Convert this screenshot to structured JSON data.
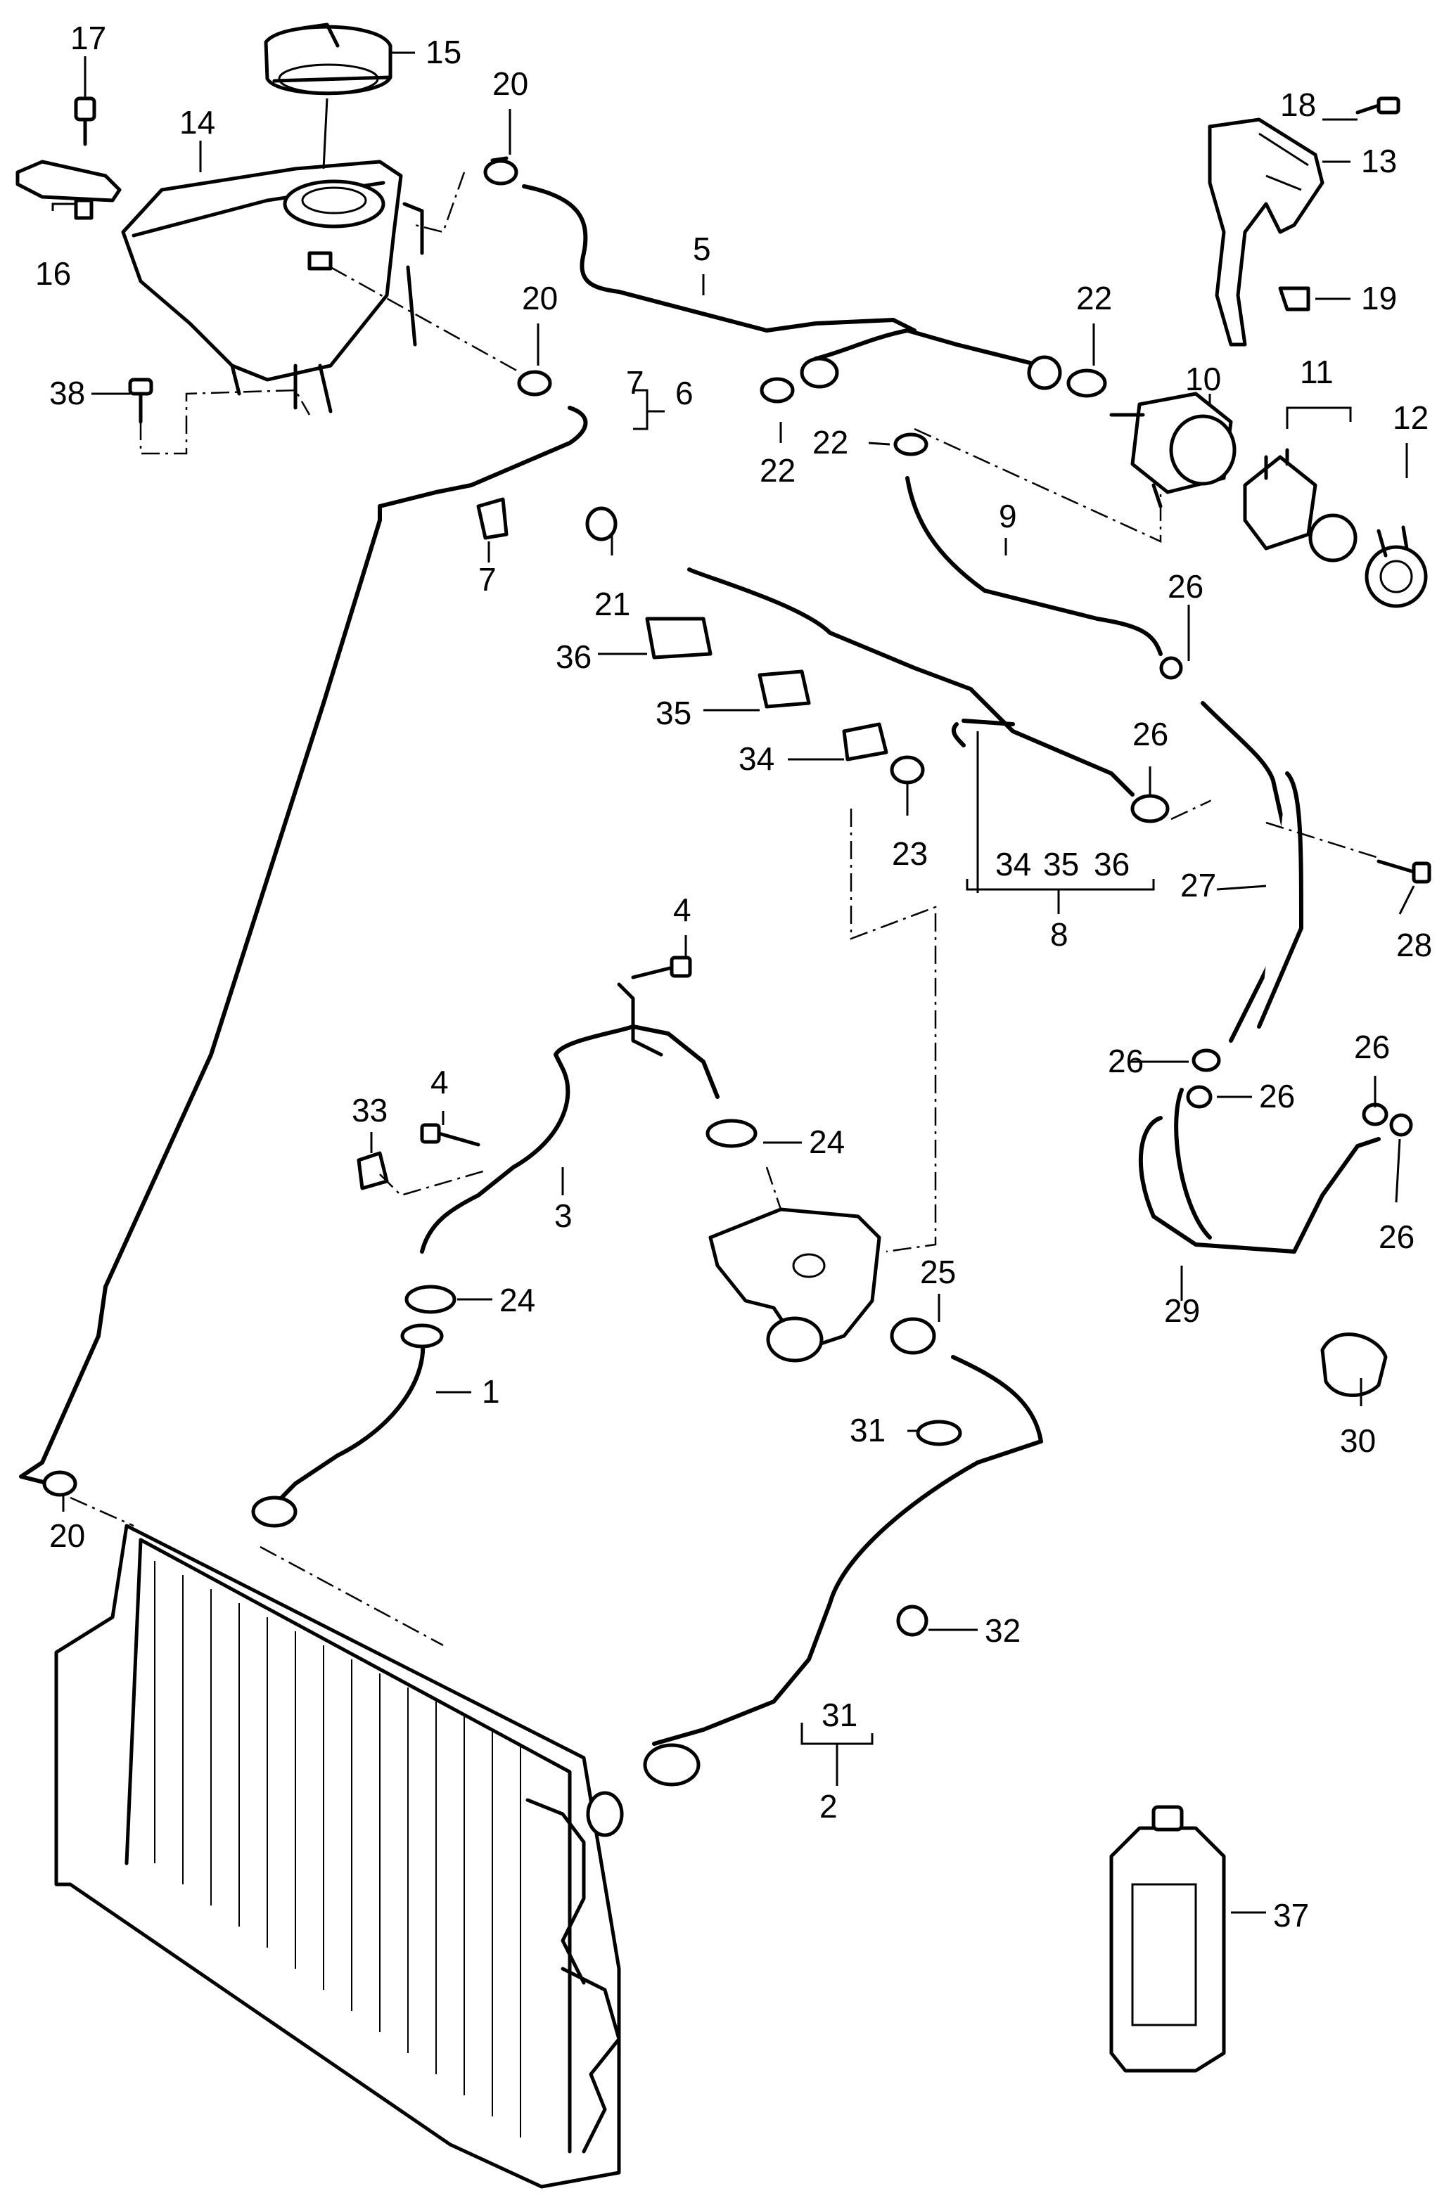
{
  "labels": {
    "p1": "1",
    "p2": "2",
    "p3": "3",
    "p4a": "4",
    "p4b": "4",
    "p5": "5",
    "p6": "6",
    "p7a": "7",
    "p7b": "7",
    "p8": "8",
    "p9": "9",
    "p10": "10",
    "p11": "11",
    "p12": "12",
    "p13": "13",
    "p14": "14",
    "p15": "15",
    "p16": "16",
    "p17": "17",
    "p18": "18",
    "p19": "19",
    "p20a": "20",
    "p20b": "20",
    "p20c": "20",
    "p21": "21",
    "p22a": "22",
    "p22b": "22",
    "p22c": "22",
    "p23": "23",
    "p24a": "24",
    "p24b": "24",
    "p25": "25",
    "p26a": "26",
    "p26b": "26",
    "p26c": "26",
    "p26d": "26",
    "p26e": "26",
    "p26f": "26",
    "p27": "27",
    "p28": "28",
    "p29": "29",
    "p30": "30",
    "p31a": "31",
    "p31b": "31",
    "p32": "32",
    "p33": "33",
    "p34a": "34",
    "p34b": "34",
    "p35a": "35",
    "p35b": "35",
    "p36a": "36",
    "p36b": "36",
    "p37": "37",
    "p38": "38"
  }
}
